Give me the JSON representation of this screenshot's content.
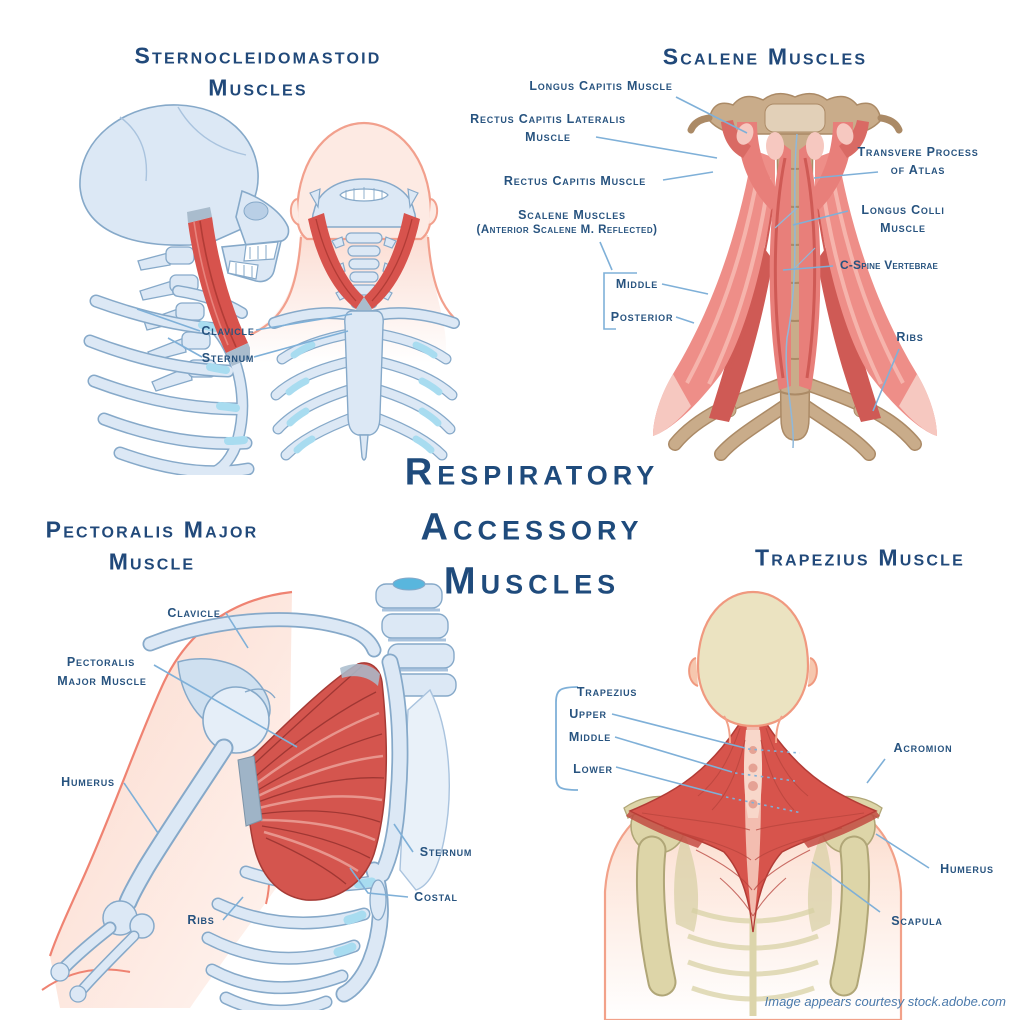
{
  "page": {
    "attribution": "Image appears courtesy stock.adobe.com"
  },
  "colors": {
    "label_text": "#27537f",
    "title_text": "#21497a",
    "leader_line": "#7fb0d8",
    "muscle_red": "#d7544c",
    "muscle_salmon": "#ee8e88",
    "bone_blue": "#dce8f5",
    "bone_tan": "#c9ac8a",
    "bone_cream": "#ddd5a8",
    "skin_pink": "#fdeae3"
  },
  "main_title": {
    "lines": [
      "Respiratory",
      "Accessory",
      "Muscles"
    ]
  },
  "panels": {
    "scm": {
      "title_lines": [
        "Sternocleidomastoid",
        "Muscles"
      ],
      "labels": {
        "clavicle": "Clavicle",
        "sternum": "Sternum"
      }
    },
    "scalene": {
      "title": "Scalene Muscles",
      "labels": {
        "longus_capitis": "Longus Capitis Muscle",
        "rectus_capitis_lateralis_l1": "Rectus Capitis Lateralis",
        "rectus_capitis_lateralis_l2": "Muscle",
        "rectus_capitis": "Rectus Capitis Muscle",
        "scalene_l1": "Scalene Muscles",
        "scalene_l2": "(Anterior Scalene M. Reflected)",
        "middle": "Middle",
        "posterior": "Posterior",
        "transverse_process_l1": "Transvere Process",
        "transverse_process_l2": "of Atlas",
        "longus_colli_l1": "Longus Colli",
        "longus_colli_l2": "Muscle",
        "c_spine": "C-Spine Vertebrae",
        "ribs": "Ribs"
      }
    },
    "pectoralis": {
      "title_lines": [
        "Pectoralis Major",
        "Muscle"
      ],
      "labels": {
        "clavicle": "Clavicle",
        "pectoralis_l1": "Pectoralis",
        "pectoralis_l2": "Major Muscle",
        "humerus": "Humerus",
        "ribs": "Ribs",
        "sternum": "Sternum",
        "costal": "Costal"
      }
    },
    "trapezius": {
      "title": "Trapezius Muscle",
      "labels": {
        "trapezius": "Trapezius",
        "upper": "Upper",
        "middle": "Middle",
        "lower": "Lower",
        "acromion": "Acromion",
        "humerus": "Humerus",
        "scapula": "Scapula"
      }
    }
  }
}
